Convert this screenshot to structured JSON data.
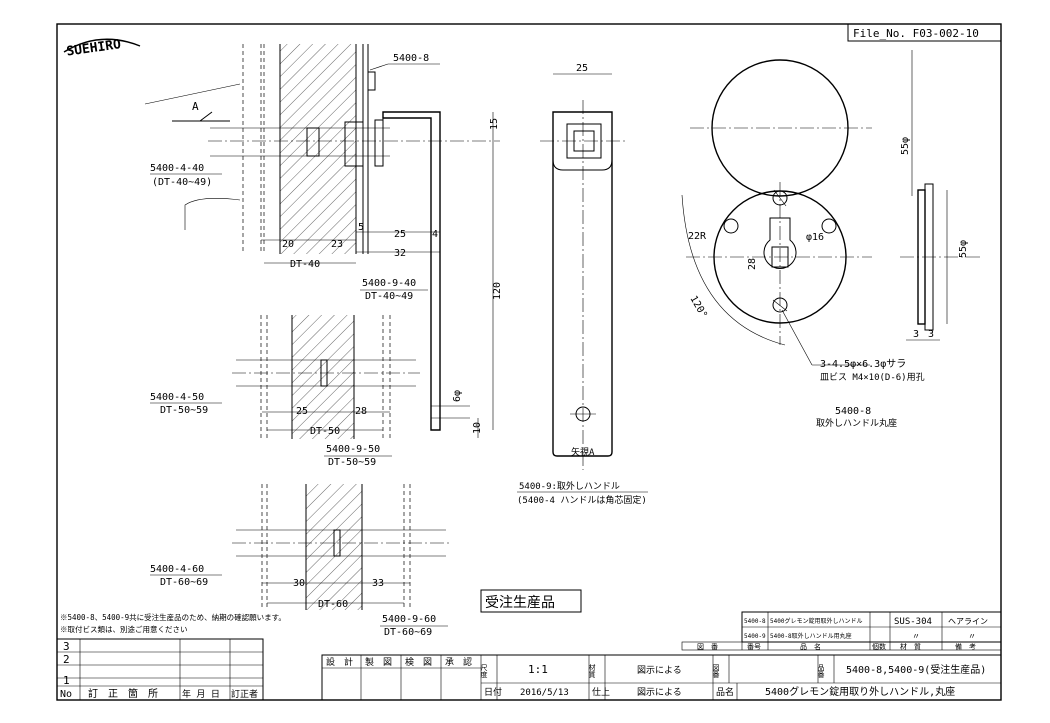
{
  "logo": "SUEHIRO",
  "file_no": "File_No. F03-002-10",
  "labels": {
    "p_5400_8": "5400-8",
    "arrow_a": "A",
    "p_4_40": "5400-4-40",
    "dt_40_49_a": "(DT-40~49)",
    "p_9_40": "5400-9-40",
    "dt_40_49_b": "DT-40~49",
    "p_4_50": "5400-4-50",
    "dt_50_59_a": "DT-50~59",
    "p_9_50": "5400-9-50",
    "dt_50_59_b": "DT-50~59",
    "p_4_60": "5400-4-60",
    "dt_60_69_a": "DT-60~69",
    "p_9_60": "5400-9-60",
    "dt_60_69_b": "DT-60~69",
    "view_a": "矢視A",
    "handle_title": "5400-9:取外しハンドル",
    "handle_note": "(5400-4 ハンドルは角芯固定)",
    "hole_spec": "3-4.5φ×6.3φサラ",
    "screw_spec": "皿ビス M4×10(D-6)用孔",
    "rosette_part": "5400-8",
    "rosette_name": "取外しハンドル丸座",
    "made_to_order": "受注生産品"
  },
  "dims": {
    "d20": "20",
    "d23": "23",
    "d5": "5",
    "d25a": "25",
    "d4": "4",
    "d32": "32",
    "dt40": "DT-40",
    "d15": "15",
    "d120": "120",
    "d6phi": "6φ",
    "d10": "10",
    "d25b": "25",
    "d25c": "25",
    "d28a": "28",
    "dt50": "DT-50",
    "d30": "30",
    "d33": "33",
    "dt60": "DT-60",
    "d55a": "55φ",
    "d55b": "55φ",
    "d22r": "22R",
    "d16": "φ16",
    "d28b": "28",
    "d120deg": "120°",
    "d3a": "3",
    "d3b": "3"
  },
  "notes": [
    "※5400-8、5400-9共に受注生産品のため、納期の確認願います。",
    "※取付ビス類は、別途ご用意ください"
  ],
  "parts_list": {
    "rows": [
      {
        "no": "5400-8",
        "name": "5400グレモン錠用取外しハンドル",
        "material": "SUS-304",
        "finish": "ヘアライン"
      },
      {
        "no": "5400-9",
        "name": "5400-8取外しハンドル用丸座",
        "material": "〃",
        "finish": "〃"
      }
    ],
    "headers": [
      "図　番",
      "番号",
      "品　名",
      "個数",
      "材　質",
      "備　考"
    ]
  },
  "revision": {
    "rows": [
      "3",
      "2",
      "1"
    ],
    "headers": [
      "No",
      "訂　正　箇　所",
      "年 月 日",
      "訂正者"
    ]
  },
  "title_block": {
    "roles": [
      "設　計",
      "製　図",
      "検　図",
      "承　認"
    ],
    "scale_label": "尺度",
    "scale_value": "1:1",
    "material_label": "材質",
    "material_value": "図示による",
    "drawing_no_label": "図番",
    "part_no_label": "品番",
    "part_no_value": "5400-8,5400-9(受注生産品)",
    "date_label": "日付",
    "date_value": "2016/5/13",
    "finish_label": "仕上",
    "finish_value": "図示による",
    "name_label": "品名",
    "name_value": "5400グレモン錠用取り外しハンドル,丸座"
  }
}
